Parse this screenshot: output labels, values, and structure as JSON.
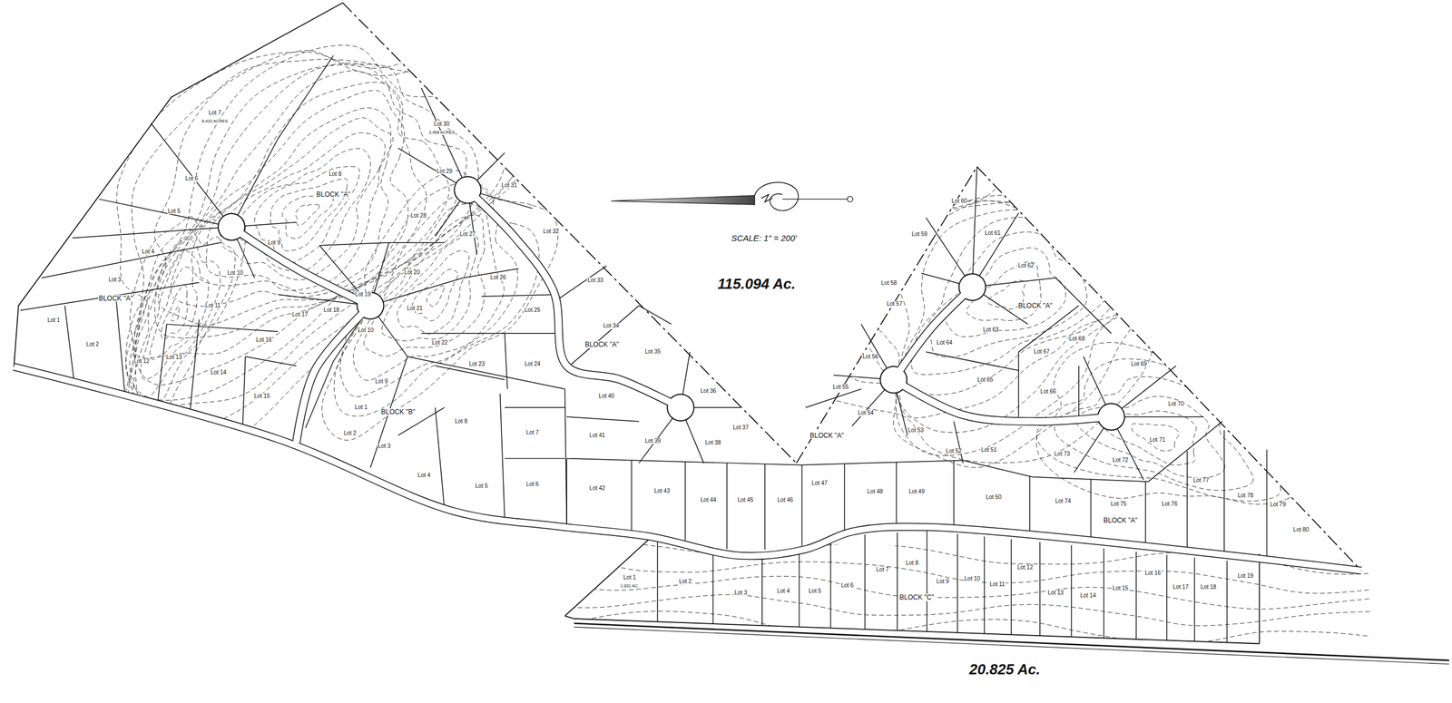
{
  "diagram": {
    "labels": [
      "115.094 Ac.",
      "20.825 Ac.",
      "SCALE: 1\" = 200'",
      "BLOCK \"A\"",
      "BLOCK \"A\"",
      "BLOCK \"B\"",
      "BLOCK \"A\"",
      "BLOCK \"A\"",
      "BLOCK \"A\"",
      "BLOCK \"A\"",
      "BLOCK \"C\"",
      "Lot 1",
      "Lot 2",
      "Lot 3",
      "Lot 4",
      "Lot 5",
      "Lot 6",
      "Lot 7",
      "Lot 8",
      "Lot 9",
      "Lot 10",
      "Lot 11",
      "Lot 12",
      "Lot 13",
      "Lot 14",
      "Lot 15",
      "Lot 16",
      "Lot 17",
      "Lot 18",
      "Lot 19",
      "Lot 20",
      "Lot 21",
      "Lot 22",
      "Lot 23",
      "Lot 24",
      "Lot 25",
      "Lot 26",
      "Lot 27",
      "Lot 28",
      "Lot 29",
      "Lot 30",
      "Lot 31",
      "Lot 32",
      "Lot 33",
      "Lot 34",
      "Lot 35",
      "Lot 36",
      "Lot 37",
      "Lot 38",
      "Lot 39",
      "Lot 40",
      "Lot 41",
      "Lot 42",
      "Lot 43",
      "Lot 44",
      "Lot 45",
      "Lot 46",
      "Lot 47",
      "Lot 48",
      "Lot 49",
      "Lot 50",
      "Lot 51",
      "Lot 52",
      "Lot 53",
      "Lot 54",
      "Lot 55",
      "Lot 56",
      "Lot 57",
      "Lot 58",
      "Lot 59",
      "Lot 60",
      "Lot 61",
      "Lot 62",
      "Lot 63",
      "Lot 64",
      "Lot 65",
      "Lot 66",
      "Lot 67",
      "Lot 68",
      "Lot 69",
      "Lot 70",
      "Lot 71",
      "Lot 72",
      "Lot 73",
      "Lot 74",
      "Lot 75",
      "Lot 76",
      "Lot 77",
      "Lot 78",
      "Lot 79",
      "Lot 80",
      "Lot 1",
      "Lot 2",
      "Lot 3",
      "Lot 4",
      "Lot 5",
      "Lot 6",
      "Lot 7",
      "Lot 8",
      "Lot 9",
      "Lot 10",
      "Lot 1",
      "Lot 2",
      "Lot 3",
      "Lot 4",
      "Lot 5",
      "Lot 6",
      "Lot 7",
      "Lot 8",
      "Lot 9",
      "Lot 10",
      "Lot 11",
      "Lot 12",
      "Lot 13",
      "Lot 14",
      "Lot 15",
      "Lot 16",
      "Lot 17",
      "Lot 18",
      "Lot 19",
      "8.432 ACRES",
      "3.458 ACRES",
      "1.831 AC."
    ]
  }
}
